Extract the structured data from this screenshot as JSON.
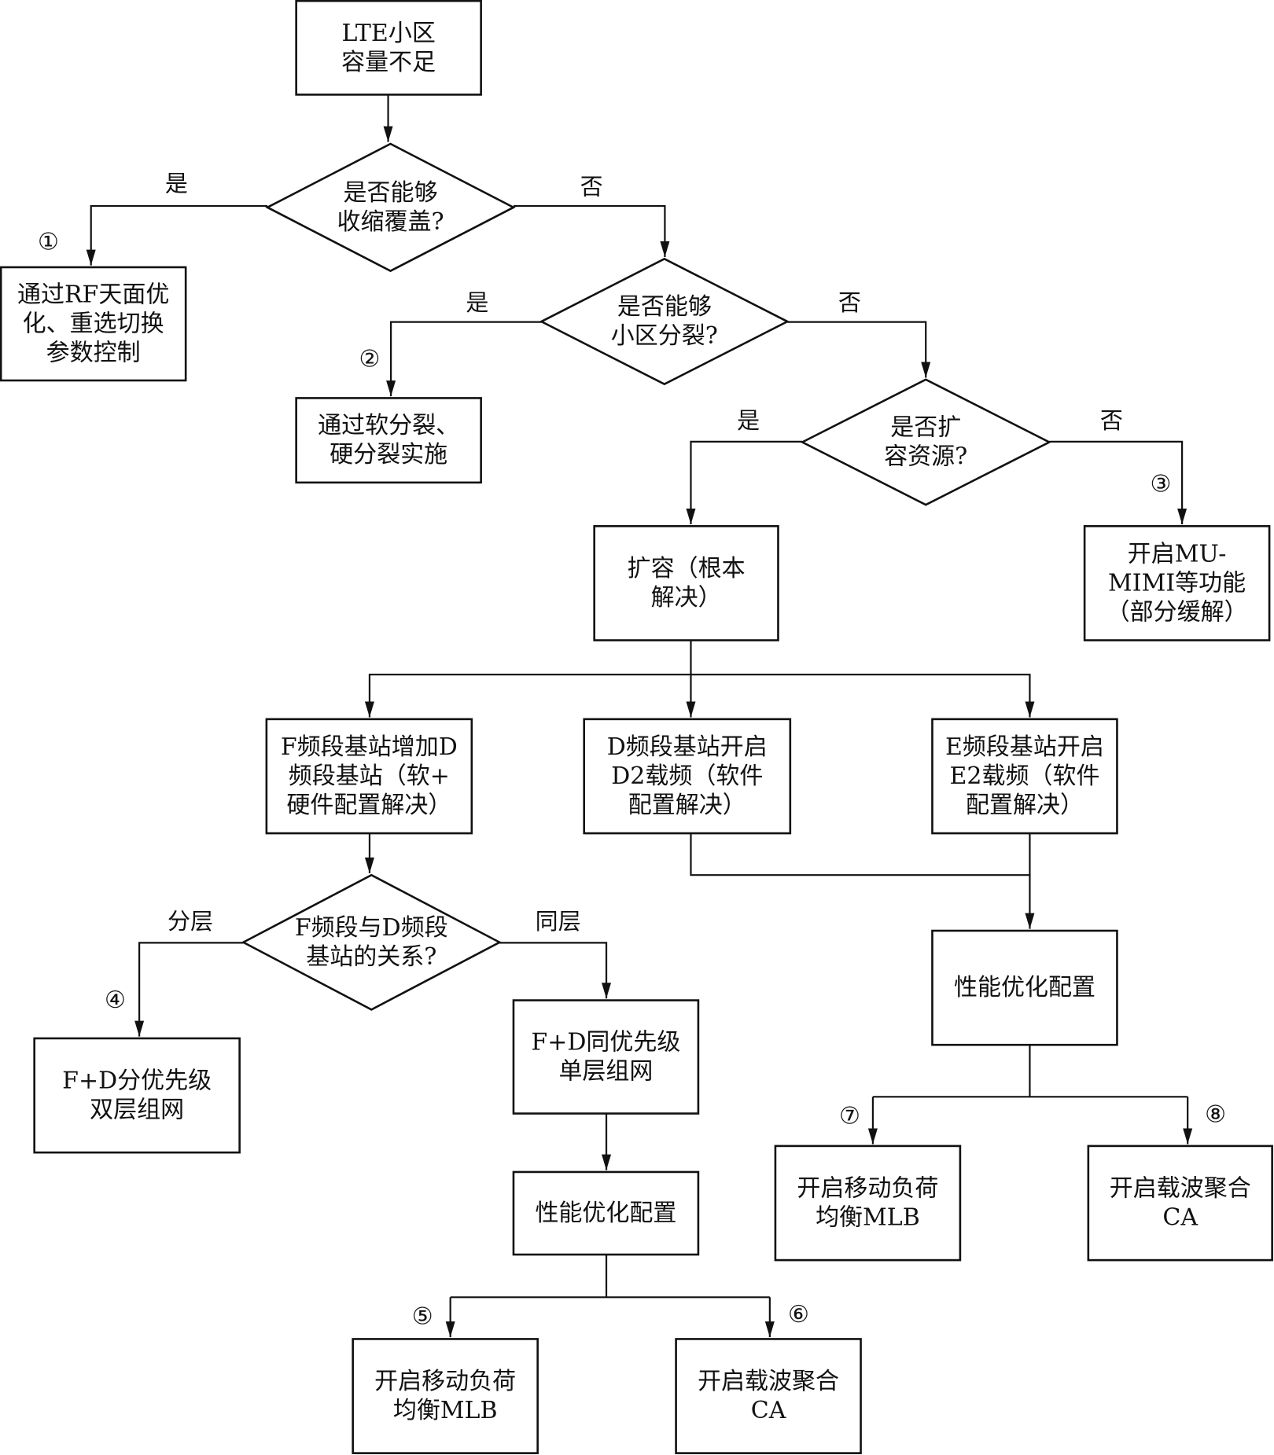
{
  "nodes": [
    {
      "id": "start",
      "shape": "rect",
      "lines": [
        "LTE小区",
        "容量不足"
      ]
    },
    {
      "id": "d1",
      "shape": "diamond",
      "lines": [
        "是否能够",
        "收缩覆盖?"
      ]
    },
    {
      "id": "b1",
      "shape": "rect",
      "lines": [
        "通过RF天面优",
        "化、重选切换",
        "参数控制"
      ]
    },
    {
      "id": "d2",
      "shape": "diamond",
      "lines": [
        "是否能够",
        "小区分裂?"
      ]
    },
    {
      "id": "b2",
      "shape": "rect",
      "lines": [
        "通过软分裂、",
        "硬分裂实施"
      ]
    },
    {
      "id": "d3",
      "shape": "diamond",
      "lines": [
        "是否扩",
        "容资源?"
      ]
    },
    {
      "id": "expand",
      "shape": "rect",
      "lines": [
        "扩容（根本",
        "解决）"
      ]
    },
    {
      "id": "b3",
      "shape": "rect",
      "lines": [
        "开启MU-",
        "MIMI等功能",
        "（部分缓解）"
      ]
    },
    {
      "id": "fband",
      "shape": "rect",
      "lines": [
        "F频段基站增加D",
        "频段基站（软+",
        "硬件配置解决）"
      ]
    },
    {
      "id": "dband",
      "shape": "rect",
      "lines": [
        "D频段基站开启",
        "D2载频（软件",
        "配置解决）"
      ]
    },
    {
      "id": "eband",
      "shape": "rect",
      "lines": [
        "E频段基站开启",
        "E2载频（软件",
        "配置解决）"
      ]
    },
    {
      "id": "d4",
      "shape": "diamond",
      "lines": [
        "F频段与D频段",
        "基站的关系?"
      ]
    },
    {
      "id": "b4",
      "shape": "rect",
      "lines": [
        "F+D分优先级",
        "双层组网"
      ]
    },
    {
      "id": "same",
      "shape": "rect",
      "lines": [
        "F+D同优先级",
        "单层组网"
      ]
    },
    {
      "id": "perf1",
      "shape": "rect",
      "lines": [
        "性能优化配置"
      ]
    },
    {
      "id": "b5",
      "shape": "rect",
      "lines": [
        "开启移动负荷",
        "均衡MLB"
      ]
    },
    {
      "id": "b6",
      "shape": "rect",
      "lines": [
        "开启载波聚合",
        "CA"
      ]
    },
    {
      "id": "perf2",
      "shape": "rect",
      "lines": [
        "性能优化配置"
      ]
    },
    {
      "id": "b7",
      "shape": "rect",
      "lines": [
        "开启移动负荷",
        "均衡MLB"
      ]
    },
    {
      "id": "b8",
      "shape": "rect",
      "lines": [
        "开启载波聚合",
        "CA"
      ]
    }
  ],
  "edge_labels": [
    {
      "id": "d1-yes",
      "text": "是"
    },
    {
      "id": "d1-no",
      "text": "否"
    },
    {
      "id": "d2-yes",
      "text": "是"
    },
    {
      "id": "d2-no",
      "text": "否"
    },
    {
      "id": "d3-yes",
      "text": "是"
    },
    {
      "id": "d3-no",
      "text": "否"
    },
    {
      "id": "d4-left",
      "text": "分层"
    },
    {
      "id": "d4-right",
      "text": "同层"
    }
  ],
  "markers": [
    {
      "id": "m1",
      "text": "①"
    },
    {
      "id": "m2",
      "text": "②"
    },
    {
      "id": "m3",
      "text": "③"
    },
    {
      "id": "m4",
      "text": "④"
    },
    {
      "id": "m5",
      "text": "⑤"
    },
    {
      "id": "m6",
      "text": "⑥"
    },
    {
      "id": "m7",
      "text": "⑦"
    },
    {
      "id": "m8",
      "text": "⑧"
    }
  ]
}
